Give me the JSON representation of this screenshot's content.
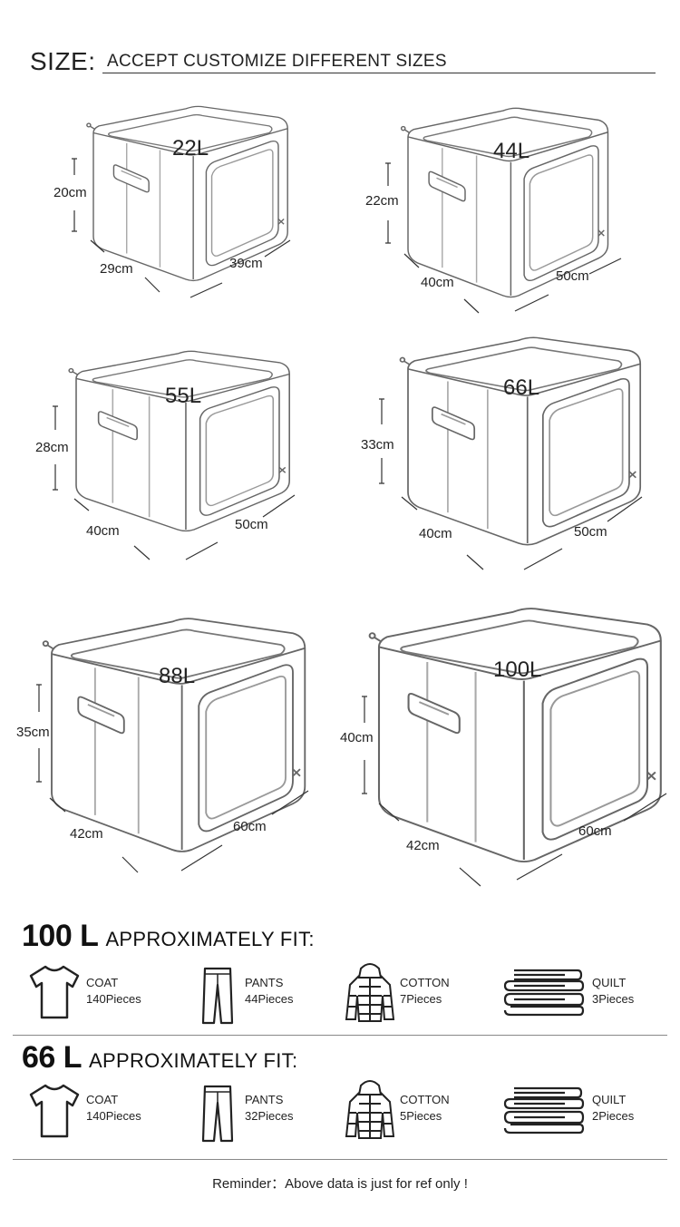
{
  "header": {
    "size_label": "SIZE:",
    "subtitle": "ACCEPT  CUSTOMIZE  DIFFERENT SIZES"
  },
  "boxes": [
    {
      "capacity": "22L",
      "height": "20cm",
      "depth": "29cm",
      "width": "39cm"
    },
    {
      "capacity": "44L",
      "height": "22cm",
      "depth": "40cm",
      "width": "50cm"
    },
    {
      "capacity": "55L",
      "height": "28cm",
      "depth": "40cm",
      "width": "50cm"
    },
    {
      "capacity": "66L",
      "height": "33cm",
      "depth": "40cm",
      "width": "50cm"
    },
    {
      "capacity": "88L",
      "height": "35cm",
      "depth": "42cm",
      "width": "60cm"
    },
    {
      "capacity": "100L",
      "height": "40cm",
      "depth": "42cm",
      "width": "60cm"
    }
  ],
  "fit_sections": [
    {
      "capacity": "100 L",
      "label": "APPROXIMATELY FIT:",
      "items": [
        {
          "icon": "t-shirt-icon",
          "name": "COAT",
          "qty": "140Pieces"
        },
        {
          "icon": "pants-icon",
          "name": "PANTS",
          "qty": "44Pieces"
        },
        {
          "icon": "puffer-jacket-icon",
          "name": "COTTON",
          "qty": "7Pieces"
        },
        {
          "icon": "folded-quilt-icon",
          "name": "QUILT",
          "qty": "3Pieces"
        }
      ]
    },
    {
      "capacity": "66 L",
      "label": "APPROXIMATELY FIT:",
      "items": [
        {
          "icon": "t-shirt-icon",
          "name": "COAT",
          "qty": "140Pieces"
        },
        {
          "icon": "pants-icon",
          "name": "PANTS",
          "qty": "32Pieces"
        },
        {
          "icon": "puffer-jacket-icon",
          "name": "COTTON",
          "qty": "5Pieces"
        },
        {
          "icon": "folded-quilt-icon",
          "name": "QUILT",
          "qty": "2Pieces"
        }
      ]
    }
  ],
  "reminder": "Reminder：Above data is just for ref only !"
}
